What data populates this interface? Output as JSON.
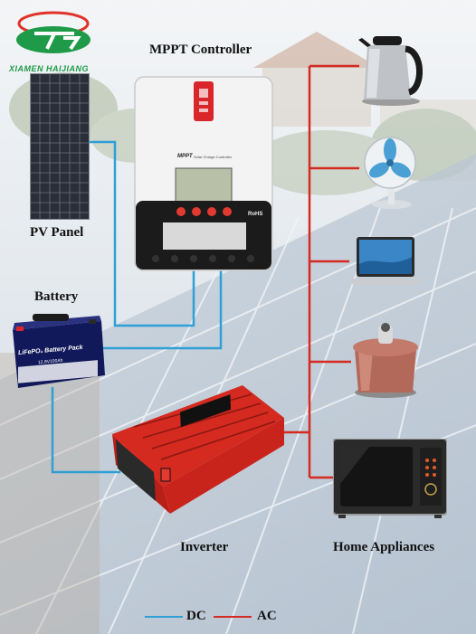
{
  "logo": {
    "company": "XIAMEN HAIJIANG"
  },
  "labels": {
    "controller": "MPPT Controller",
    "pv_panel": "PV Panel",
    "battery": "Battery",
    "inverter": "Inverter",
    "home_appliances": "Home Appliances"
  },
  "controller_device": {
    "brand": "MPPT",
    "subtitle": "Solar Charge Controller",
    "cert": "RoHS"
  },
  "battery_device": {
    "title": "LiFePO₄ Battery Pack",
    "spec": "12.8V100Ah"
  },
  "legend": {
    "dc": "DC",
    "ac": "AC",
    "dc_color": "#2f9fd6",
    "ac_color": "#d42a20"
  },
  "appliances": [
    "kettle-icon",
    "fan-icon",
    "laptop-icon",
    "pressure-cooker-icon",
    "microwave-icon"
  ]
}
